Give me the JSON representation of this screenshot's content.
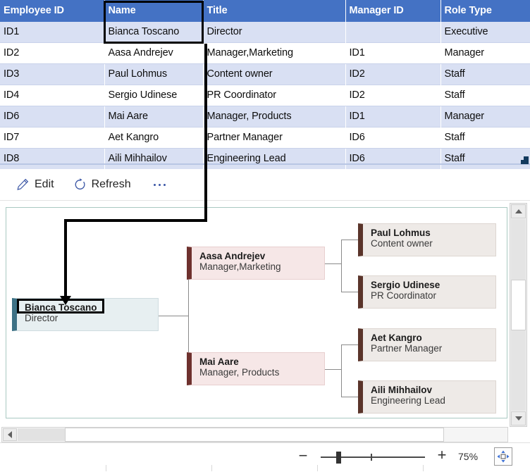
{
  "table": {
    "columns": [
      "Employee ID",
      "Name",
      "Title",
      "Manager ID",
      "Role Type"
    ],
    "rows": [
      {
        "employee_id": "ID1",
        "name": "Bianca Toscano",
        "title": "Director",
        "manager_id": "",
        "role_type": "Executive"
      },
      {
        "employee_id": "ID2",
        "name": "Aasa Andrejev",
        "title": "Manager,Marketing",
        "manager_id": "ID1",
        "role_type": "Manager"
      },
      {
        "employee_id": "ID3",
        "name": "Paul Lohmus",
        "title": "Content owner",
        "manager_id": "ID2",
        "role_type": "Staff"
      },
      {
        "employee_id": "ID4",
        "name": "Sergio Udinese",
        "title": "PR Coordinator",
        "manager_id": "ID2",
        "role_type": "Staff"
      },
      {
        "employee_id": "ID6",
        "name": "Mai Aare",
        "title": "Manager, Products",
        "manager_id": "ID1",
        "role_type": "Manager"
      },
      {
        "employee_id": "ID7",
        "name": "Aet Kangro",
        "title": "Partner Manager",
        "manager_id": "ID6",
        "role_type": "Staff"
      },
      {
        "employee_id": "ID8",
        "name": "Aili Mihhailov",
        "title": "Engineering Lead",
        "manager_id": "ID6",
        "role_type": "Staff"
      }
    ],
    "selected_column": "Name",
    "selected_cell_value": "Bianca Toscano",
    "header_background": "#4472c4",
    "row_stripe_color": "#d9e0f3"
  },
  "toolbar": {
    "edit_label": "Edit",
    "edit_icon": "pencil-icon",
    "refresh_label": "Refresh",
    "refresh_icon": "refresh-icon",
    "more_icon": "ellipsis-icon",
    "icon_color": "#3b56a5"
  },
  "chart": {
    "border_color": "#a9c9c2",
    "nodes": [
      {
        "id": "ID1",
        "name": "Bianca Toscano",
        "title": "Director",
        "level": "root",
        "accent": "#3d7185",
        "fill": "#e7eff1",
        "highlighted": true
      },
      {
        "id": "ID2",
        "name": "Aasa Andrejev",
        "title": "Manager,Marketing",
        "level": "manager",
        "accent": "#6e312e",
        "fill": "#f6e7e7",
        "highlighted": false
      },
      {
        "id": "ID6",
        "name": "Mai Aare",
        "title": "Manager, Products",
        "level": "manager",
        "accent": "#6e312e",
        "fill": "#f6e7e7",
        "highlighted": false
      },
      {
        "id": "ID3",
        "name": "Paul Lohmus",
        "title": "Content owner",
        "level": "staff",
        "accent": "#5a342a",
        "fill": "#eeeae7",
        "highlighted": false
      },
      {
        "id": "ID4",
        "name": "Sergio Udinese",
        "title": "PR Coordinator",
        "level": "staff",
        "accent": "#5a342a",
        "fill": "#eeeae7",
        "highlighted": false
      },
      {
        "id": "ID7",
        "name": "Aet Kangro",
        "title": "Partner Manager",
        "level": "staff",
        "accent": "#5a342a",
        "fill": "#eeeae7",
        "highlighted": false
      },
      {
        "id": "ID8",
        "name": "Aili Mihhailov",
        "title": "Engineering Lead",
        "level": "staff",
        "accent": "#5a342a",
        "fill": "#eeeae7",
        "highlighted": false
      }
    ]
  },
  "zoombar": {
    "zoom_out_label": "−",
    "zoom_in_label": "+",
    "zoom_percent": "75%",
    "fit_icon": "fit-to-screen-icon"
  },
  "scrollbars": {
    "vertical_up_icon": "triangle-up-icon",
    "vertical_down_icon": "triangle-down-icon",
    "horizontal_left_icon": "triangle-left-icon",
    "horizontal_right_icon": "triangle-right-icon"
  }
}
